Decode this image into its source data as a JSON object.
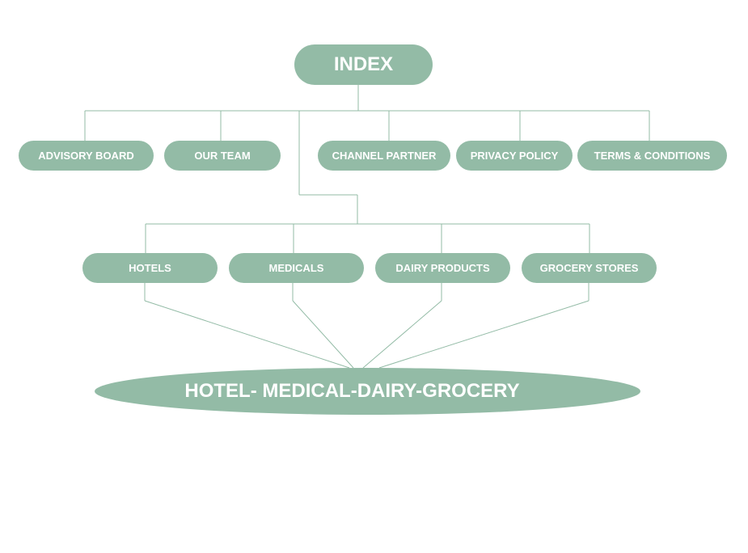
{
  "diagram": {
    "root": "INDEX",
    "top_level": [
      "ADVISORY BOARD",
      "OUR TEAM",
      "CHANNEL PARTNER",
      "PRIVACY POLICY",
      "TERMS & CONDITIONS"
    ],
    "categories": [
      "HOTELS",
      "MEDICALS",
      "DAIRY PRODUCTS",
      "GROCERY STORES"
    ],
    "combined": "HOTEL- MEDICAL-DAIRY-GROCERY",
    "colors": {
      "node_fill": "#93bba6",
      "node_text": "#ffffff",
      "connector": "#93bba6"
    }
  }
}
